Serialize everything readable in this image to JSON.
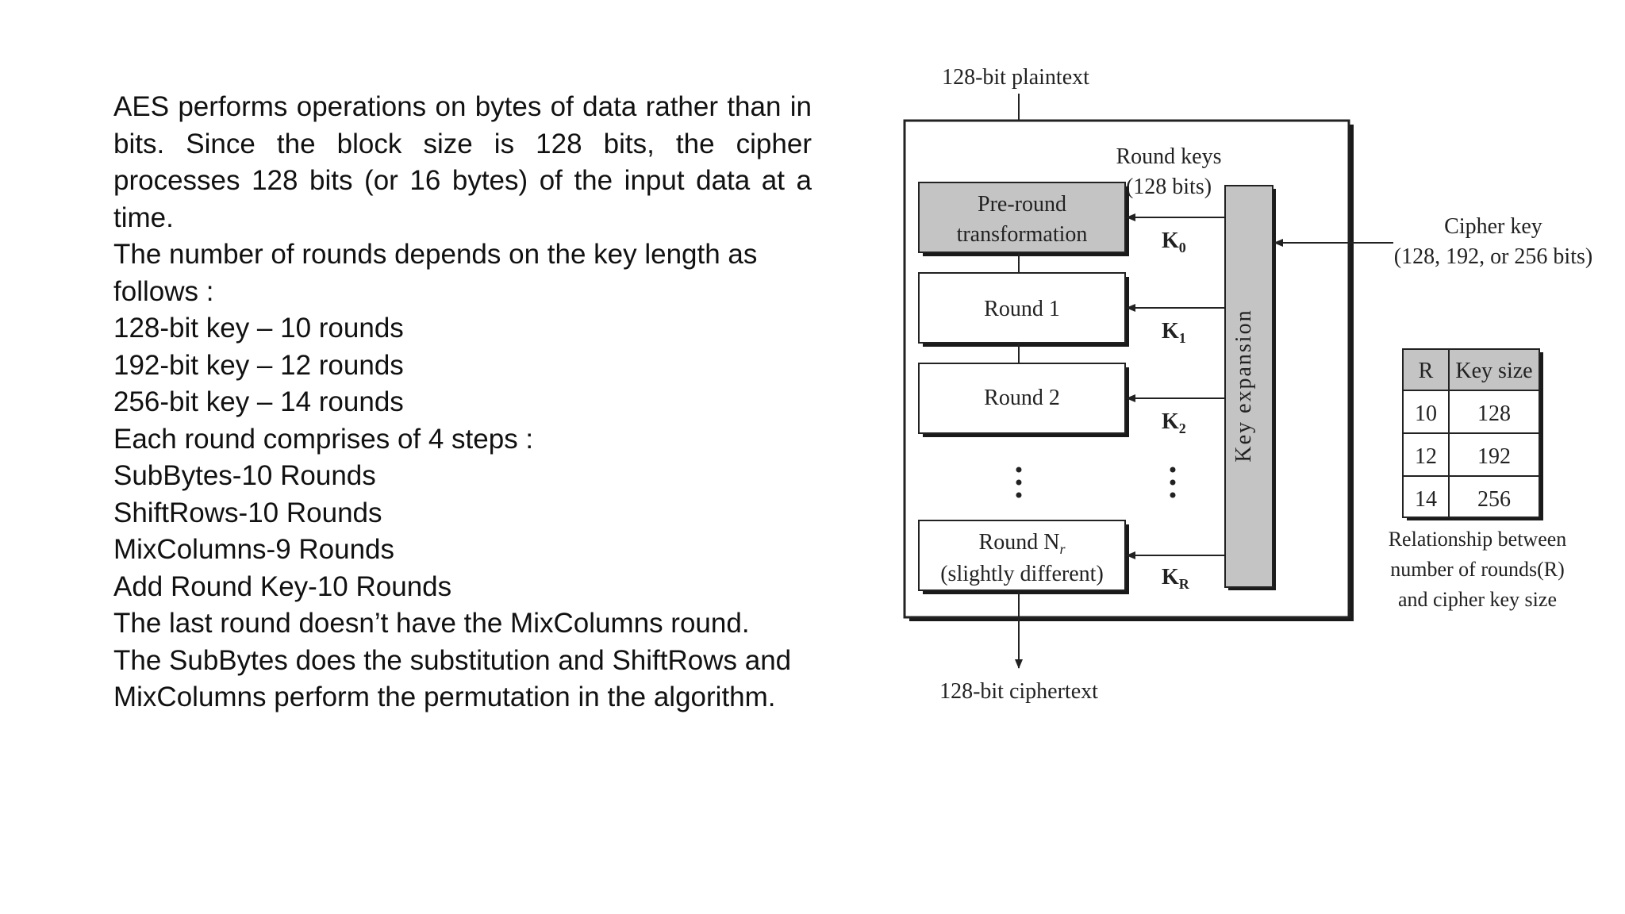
{
  "paragraphs": [
    "AES performs operations on bytes of data rather than in bits. Since the block size is 128 bits, the cipher processes 128 bits (or 16 bytes) of the input data at a time.",
    "The number of rounds depends on the key length as follows :",
    "128-bit key – 10 rounds",
    "192-bit key – 12 rounds",
    "256-bit key – 14 rounds",
    "Each round comprises of 4 steps :",
    "SubBytes-10 Rounds",
    "ShiftRows-10 Rounds",
    "MixColumns-9 Rounds",
    "Add Round Key-10 Rounds",
    "The last round doesn’t have the MixColumns round.",
    "The SubBytes does the substitution and ShiftRows and MixColumns perform the permutation in the algorithm."
  ],
  "diagram": {
    "plaintext_label": "128-bit plaintext",
    "ciphertext_label": "128-bit ciphertext",
    "round_keys_label_line1": "Round keys",
    "round_keys_label_line2": "(128 bits)",
    "key_expansion_label": "Key expansion",
    "cipher_key_line1": "Cipher key",
    "cipher_key_line2": "(128, 192, or 256 bits)",
    "pre_round_line1": "Pre-round",
    "pre_round_line2": "transformation",
    "round1": "Round 1",
    "round2": "Round 2",
    "roundN_line1_prefix": "Round N",
    "roundN_subscript": "r",
    "roundN_line2": "(slightly different)",
    "keys": [
      {
        "letter": "K",
        "sub": "0"
      },
      {
        "letter": "K",
        "sub": "1"
      },
      {
        "letter": "K",
        "sub": "2"
      },
      {
        "letter": "K",
        "sub": "R"
      }
    ],
    "table": {
      "headers": [
        "R",
        "Key size"
      ],
      "rows": [
        [
          "10",
          "128"
        ],
        [
          "12",
          "192"
        ],
        [
          "14",
          "256"
        ]
      ]
    },
    "caption_line1": "Relationship between",
    "caption_line2": "number of rounds(R)",
    "caption_line3": "and cipher key size",
    "colors": {
      "box_fill_gray": "#c4c4c4",
      "box_fill_white": "#ffffff",
      "stroke": "#222222",
      "shadow": "#1a1a1a"
    }
  }
}
